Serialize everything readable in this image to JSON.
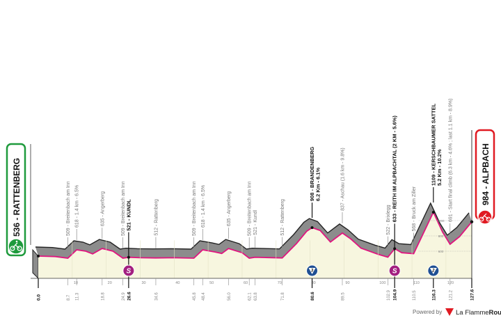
{
  "chart_data": {
    "type": "area",
    "title": "",
    "xlabel": "",
    "ylabel": "",
    "xlim": [
      0,
      127.6
    ],
    "x_ticks": [
      10,
      20,
      30,
      40,
      50,
      60,
      70,
      80,
      90,
      100,
      110,
      120
    ],
    "grid_labels": [
      "600",
      "800",
      "1000"
    ],
    "profile": [
      [
        0,
        536
      ],
      [
        5,
        530
      ],
      [
        8.7,
        509
      ],
      [
        11.3,
        618
      ],
      [
        14,
        600
      ],
      [
        16,
        565
      ],
      [
        18.8,
        635
      ],
      [
        22,
        600
      ],
      [
        24.9,
        509
      ],
      [
        26.6,
        521
      ],
      [
        30,
        515
      ],
      [
        34.6,
        512
      ],
      [
        40,
        515
      ],
      [
        45.8,
        509
      ],
      [
        48.4,
        618
      ],
      [
        52,
        590
      ],
      [
        54,
        570
      ],
      [
        56,
        635
      ],
      [
        60,
        580
      ],
      [
        62.1,
        509
      ],
      [
        63.8,
        521
      ],
      [
        71.8,
        512
      ],
      [
        76,
        700
      ],
      [
        79,
        860
      ],
      [
        80.6,
        908
      ],
      [
        83,
        870
      ],
      [
        86,
        720
      ],
      [
        89.5,
        837
      ],
      [
        92,
        760
      ],
      [
        95,
        640
      ],
      [
        100,
        560
      ],
      [
        102.9,
        522
      ],
      [
        104.9,
        633
      ],
      [
        107,
        580
      ],
      [
        110.5,
        568
      ],
      [
        116.3,
        1109
      ],
      [
        119,
        850
      ],
      [
        121.2,
        691
      ],
      [
        124,
        790
      ],
      [
        127.6,
        984
      ]
    ],
    "waypoints": [
      {
        "km": "8.7",
        "label": "509 - Breitenbach am Inn",
        "major": false
      },
      {
        "km": "11.3",
        "label": "618 - 1.4 km - 6.5%",
        "major": false
      },
      {
        "km": "18.8",
        "label": "635 - Angerberg",
        "major": false
      },
      {
        "km": "24.9",
        "label": "509 - Breitenbach am Inn",
        "major": false
      },
      {
        "km": "26.6",
        "label": "521 - KUNDL",
        "major": true
      },
      {
        "km": "34.6",
        "label": "512 - Rattenberg",
        "major": false
      },
      {
        "km": "45.8",
        "label": "509 - Breitenbach am Inn",
        "major": false
      },
      {
        "km": "48.4",
        "label": "618 - 1.4 km - 6.5%",
        "major": false
      },
      {
        "km": "56.0",
        "label": "635 - Angerberg",
        "major": false
      },
      {
        "km": "62.1",
        "label": "509 - Breitenbach am Inn",
        "major": false
      },
      {
        "km": "63.8",
        "label": "521 - Kundl",
        "major": false
      },
      {
        "km": "71.8",
        "label": "512 - Rattenberg",
        "major": false
      },
      {
        "km": "80.6",
        "label": "908 - BRANDENBERG",
        "sub": "6.2 Km - 6.1%",
        "major": true
      },
      {
        "km": "89.5",
        "label": "837 - Aschau (1.6 km - 9.8%)",
        "major": false
      },
      {
        "km": "102.9",
        "label": "522 - Brixlegg",
        "major": false
      },
      {
        "km": "104.9",
        "label": "633 - REITH IM ALPBACHTAL (2 KM - 5.6%)",
        "major": true
      },
      {
        "km": "110.5",
        "label": "568 - Bruck am Ziller",
        "major": false
      },
      {
        "km": "116.3",
        "label": "1109 - KERSCHBAUMER SATTEL",
        "sub": "5.2 Km - 10.2%",
        "major": true
      },
      {
        "km": "121.2",
        "label": "691 - Start final climb (6.3 km - 4.6% ; last 1.1 km - 8.9%)",
        "major": false
      }
    ],
    "km_markers": [
      {
        "km": "0.0",
        "major": true
      },
      {
        "km": "8.7"
      },
      {
        "km": "11.3"
      },
      {
        "km": "18.8"
      },
      {
        "km": "24.9"
      },
      {
        "km": "26.6",
        "major": true
      },
      {
        "km": "34.6"
      },
      {
        "km": "45.8"
      },
      {
        "km": "48.4"
      },
      {
        "km": "56.0"
      },
      {
        "km": "62.1"
      },
      {
        "km": "63.8"
      },
      {
        "km": "71.8"
      },
      {
        "km": "80.6",
        "major": true
      },
      {
        "km": "89.5"
      },
      {
        "km": "102.9"
      },
      {
        "km": "104.9",
        "major": true
      },
      {
        "km": "110.5"
      },
      {
        "km": "116.3",
        "major": true
      },
      {
        "km": "121.2"
      },
      {
        "km": "127.6",
        "major": true
      }
    ],
    "markers": [
      {
        "km": 26.6,
        "type": "sprint",
        "text": "S"
      },
      {
        "km": 80.6,
        "type": "kom",
        "text": "3"
      },
      {
        "km": 104.9,
        "type": "sprint",
        "text": "S"
      },
      {
        "km": 116.3,
        "type": "kom",
        "text": "2"
      }
    ]
  },
  "start": {
    "label": "536 - RATTENBERG",
    "icon": "bike-icon",
    "color": "#1e9a3c"
  },
  "finish": {
    "label": "984 - ALPBACH",
    "icon": "bike-icon",
    "color": "#e01a22"
  },
  "footer": {
    "powered_by": "Powered by",
    "brand_a": "La Flamme",
    "brand_b": "Rouge"
  },
  "colors": {
    "line": "#e0157f",
    "relief": "#8c8c8c",
    "fill": "#f7f6df",
    "sprint": "#a31f80",
    "kom": "#1f4f93"
  }
}
